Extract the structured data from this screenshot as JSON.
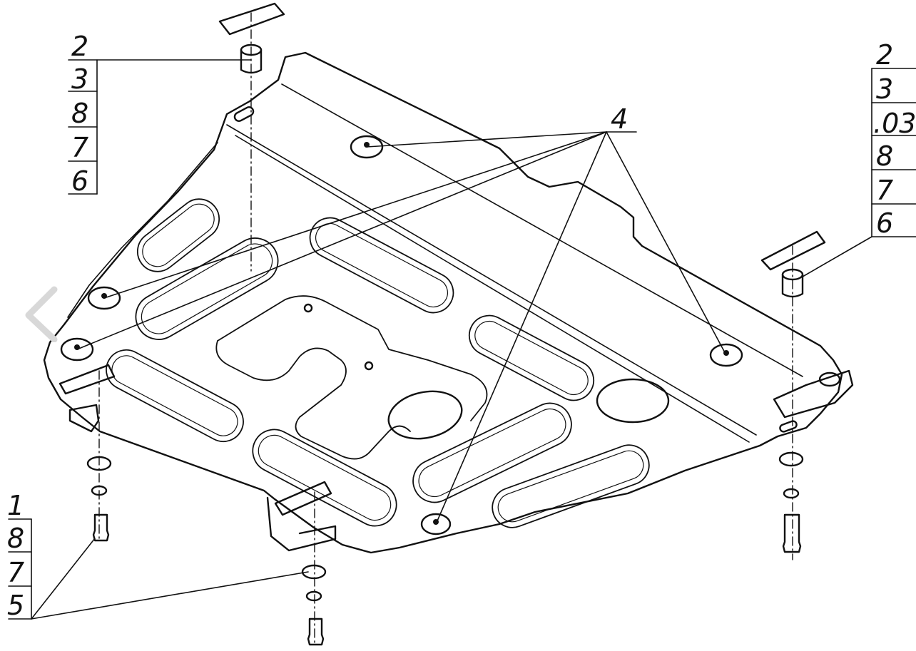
{
  "callouts": {
    "top_left": [
      "2",
      "3",
      "8",
      "7",
      "6"
    ],
    "top_right": [
      "2",
      "3",
      ".03",
      "8",
      "7",
      "6"
    ],
    "bottom_left": [
      "1",
      "8",
      "7",
      "5"
    ],
    "center": "4"
  },
  "colors": {
    "line": "#111111",
    "fill": "#ffffff",
    "nav": "#d8d8d8"
  },
  "icons": {
    "prev": "chevron-left-icon"
  }
}
